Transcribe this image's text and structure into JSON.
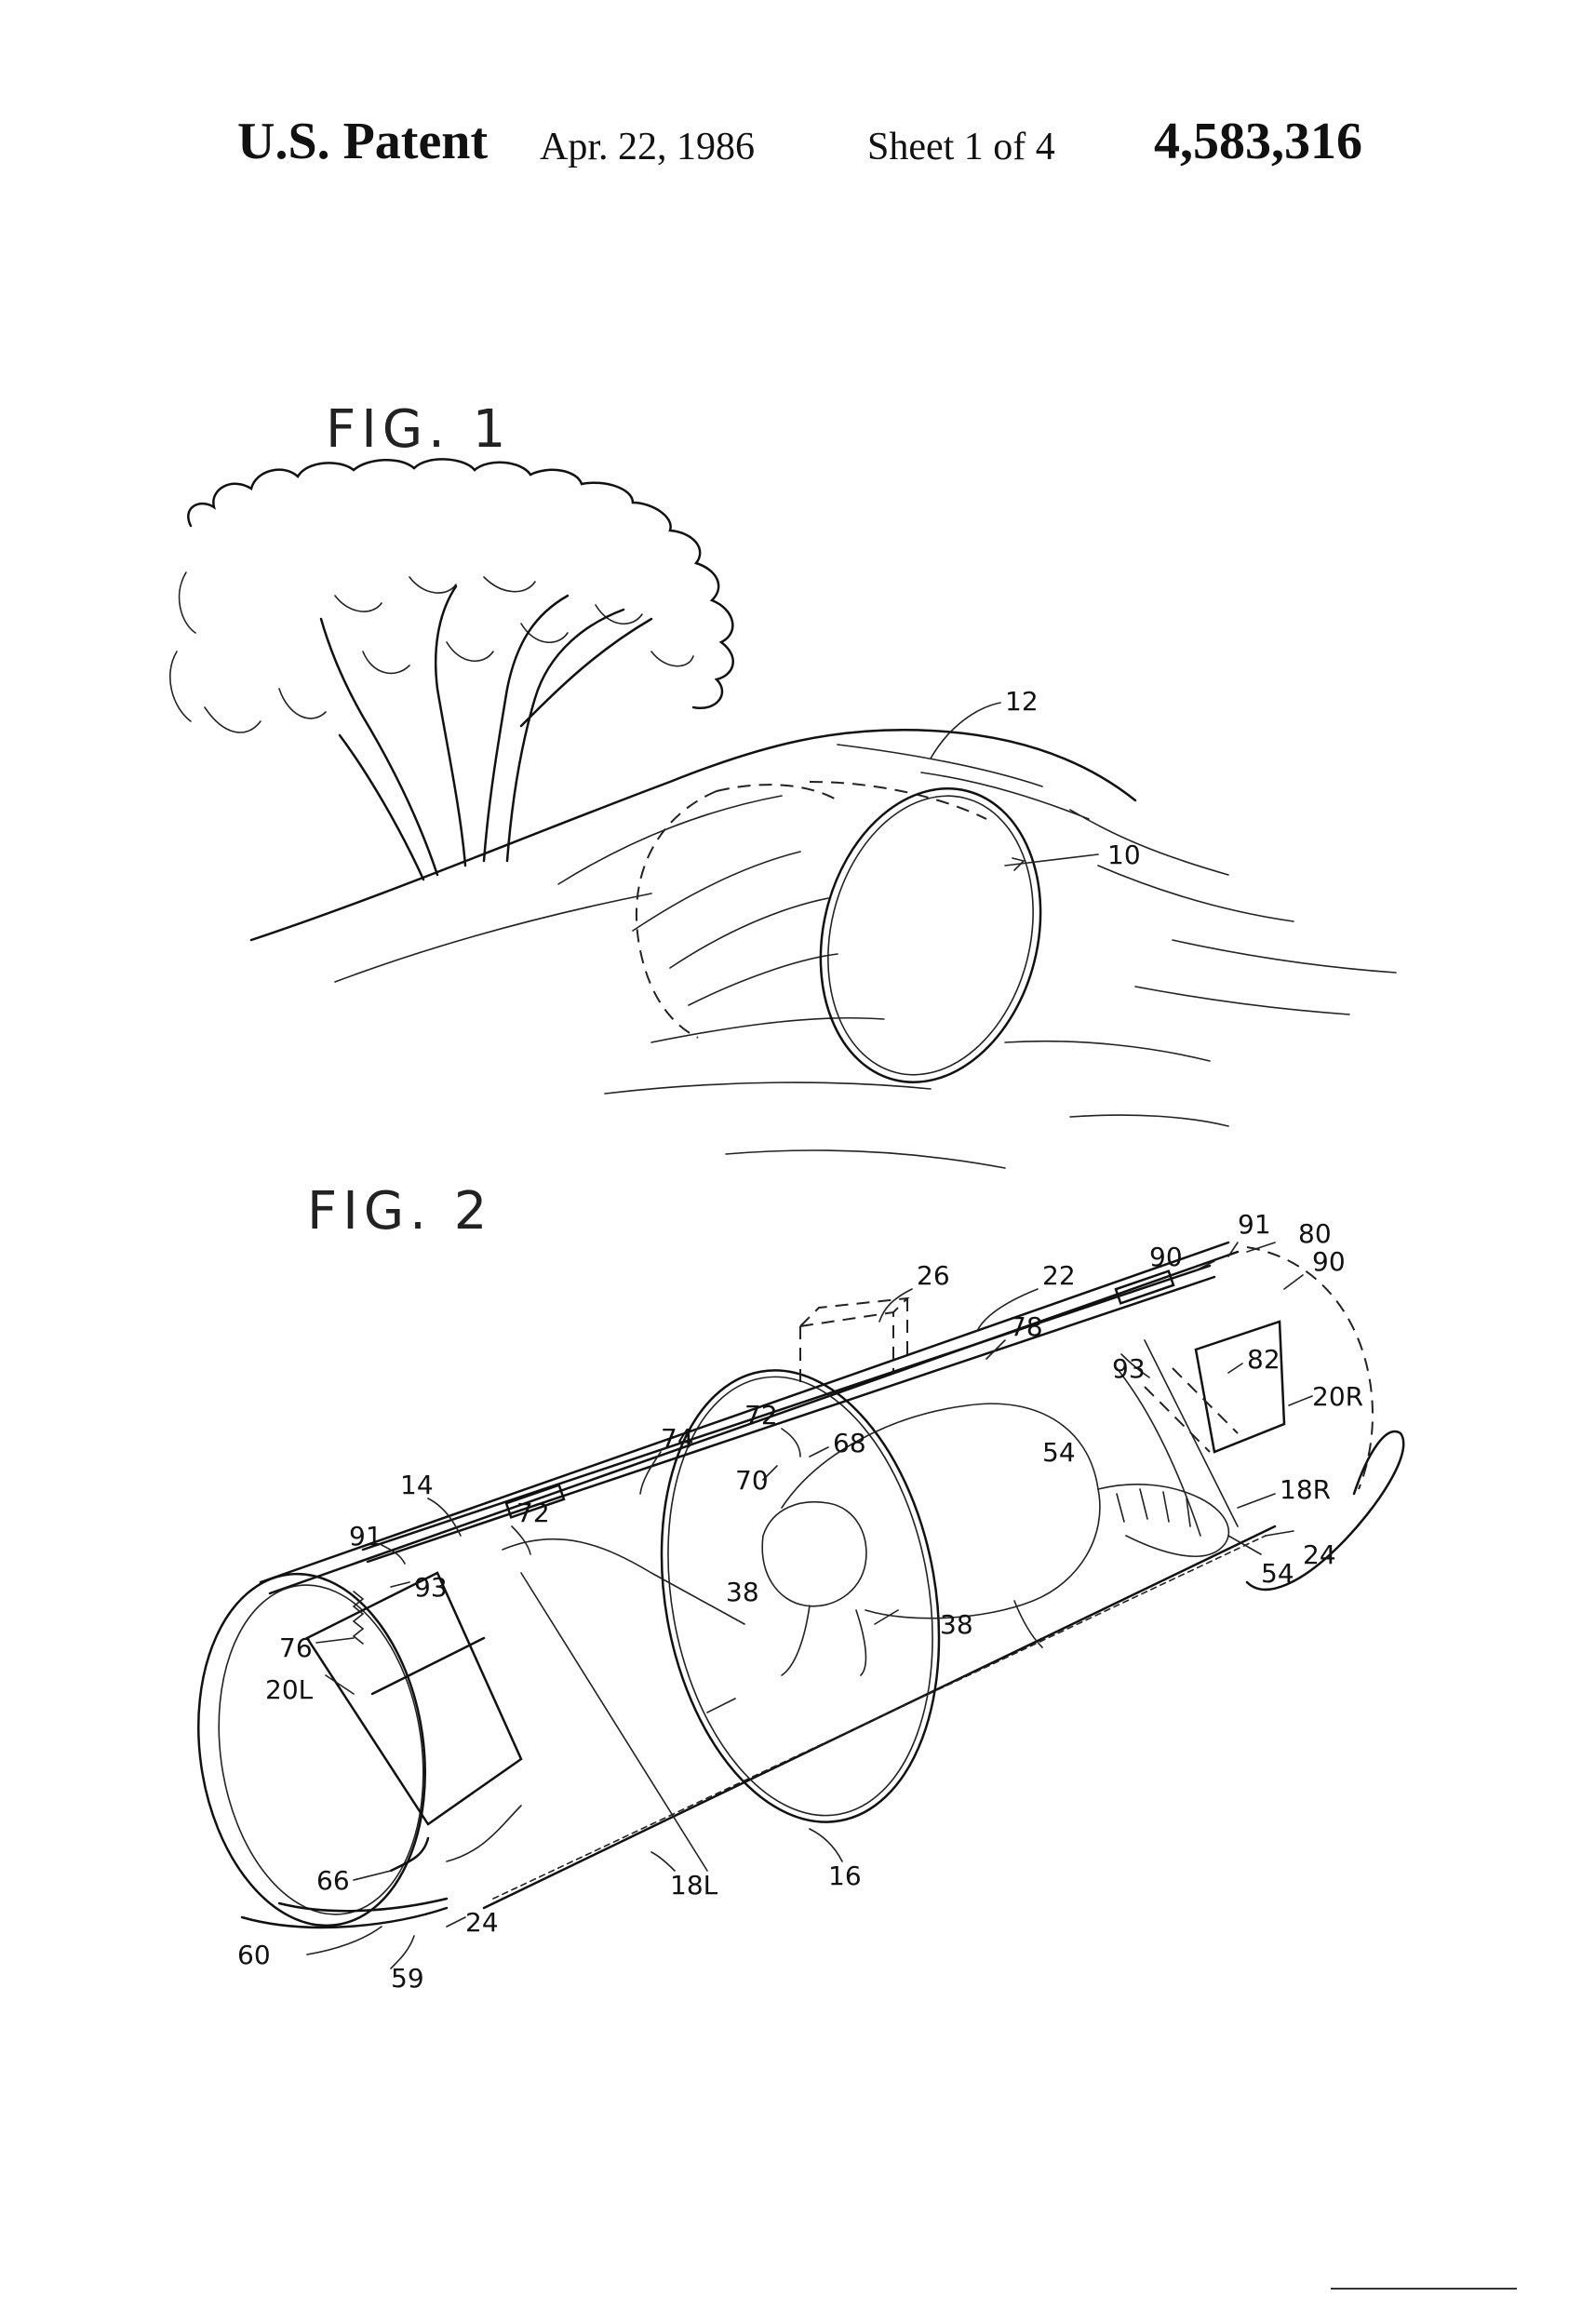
{
  "header": {
    "patent_label": "U.S. Patent",
    "date": "Apr. 22, 1986",
    "sheet": "Sheet 1 of 4",
    "patent_number": "4,583,316"
  },
  "fig1": {
    "label": "FIG. 1",
    "refs": [
      "12",
      "10"
    ]
  },
  "fig2": {
    "label": "FIG. 2",
    "refs": [
      "91",
      "80",
      "90",
      "90",
      "22",
      "26",
      "78",
      "72",
      "68",
      "70",
      "74",
      "14",
      "72",
      "91",
      "93",
      "93",
      "82",
      "20R",
      "18R",
      "54",
      "54",
      "24",
      "38",
      "38",
      "76",
      "20L",
      "16",
      "18L",
      "66",
      "60",
      "24",
      "59"
    ]
  }
}
